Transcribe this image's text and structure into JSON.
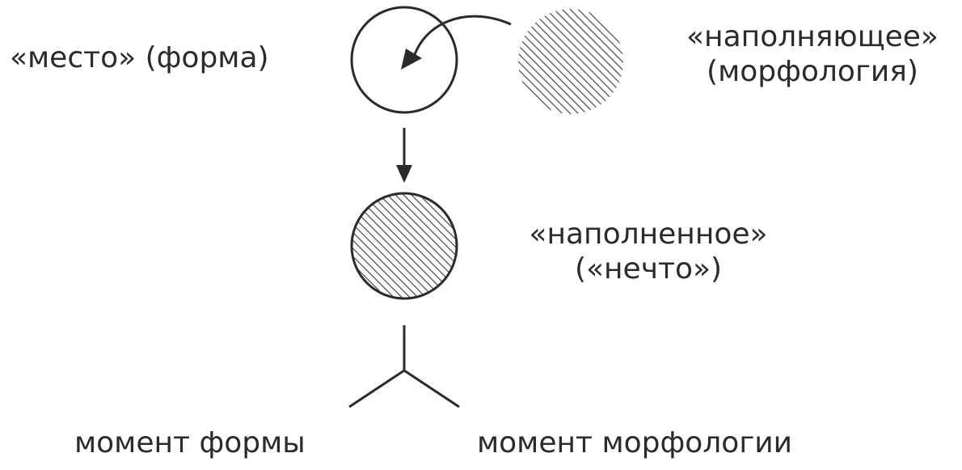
{
  "labels": {
    "place_form": "«место» (форма)",
    "filling": {
      "line1": "«наполняющее»",
      "line2": "(морфология)"
    },
    "filled": {
      "line1": "«наполненное»",
      "line2": "(«нечто»)"
    },
    "moment_form": "момент формы",
    "moment_morphology": "момент морфологии"
  },
  "colors": {
    "stroke": "#2b2b2b",
    "hatch": "#3a3a3a"
  }
}
